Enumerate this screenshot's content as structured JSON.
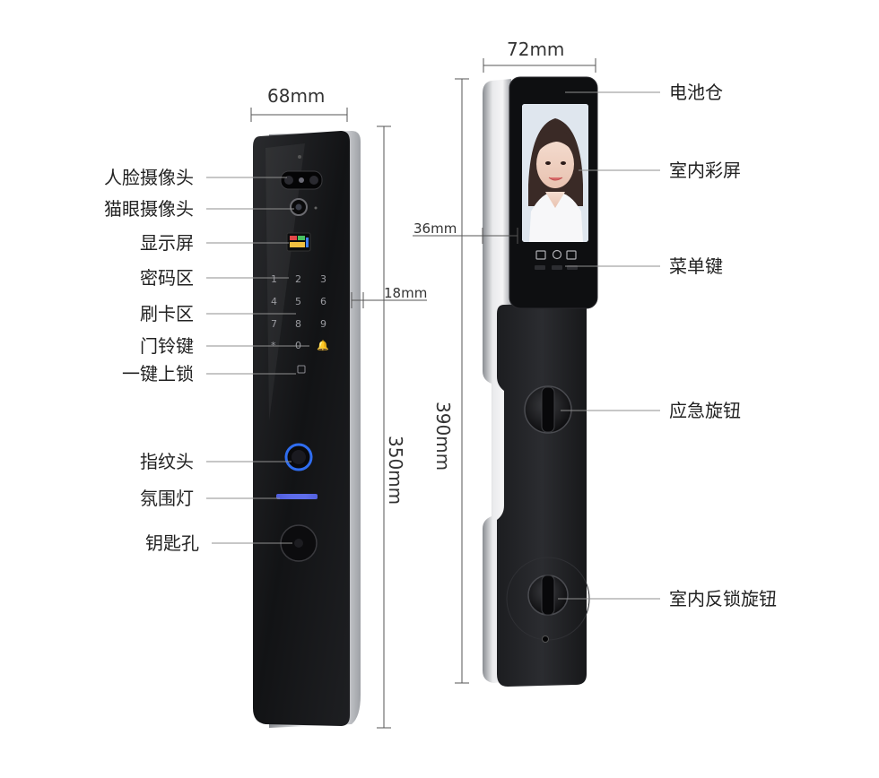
{
  "diagram": {
    "front_lock": {
      "dimensions": {
        "width": "68mm",
        "height": "350mm",
        "thickness": "18mm"
      },
      "labels": [
        "人脸摄像头",
        "猫眼摄像头",
        "显示屏",
        "密码区",
        "刷卡区",
        "门铃键",
        "一键上锁",
        "指纹头",
        "氛围灯",
        "钥匙孔"
      ],
      "keypad": [
        "1",
        "2",
        "3",
        "4",
        "5",
        "6",
        "7",
        "8",
        "9",
        "*",
        "0",
        "🔔"
      ]
    },
    "back_lock": {
      "dimensions": {
        "width": "72mm",
        "height": "390mm",
        "thickness": "36mm"
      },
      "labels": [
        "电池仓",
        "室内彩屏",
        "菜单键",
        "应急旋钮",
        "室内反锁旋钮"
      ]
    }
  },
  "colors": {
    "panel_black": "#141517",
    "frame_silver": "#c9cbcf",
    "line_gray": "#9a9a9a",
    "fingerprint_blue": "#2f6df0",
    "ambient_light": "#4a5cff"
  }
}
